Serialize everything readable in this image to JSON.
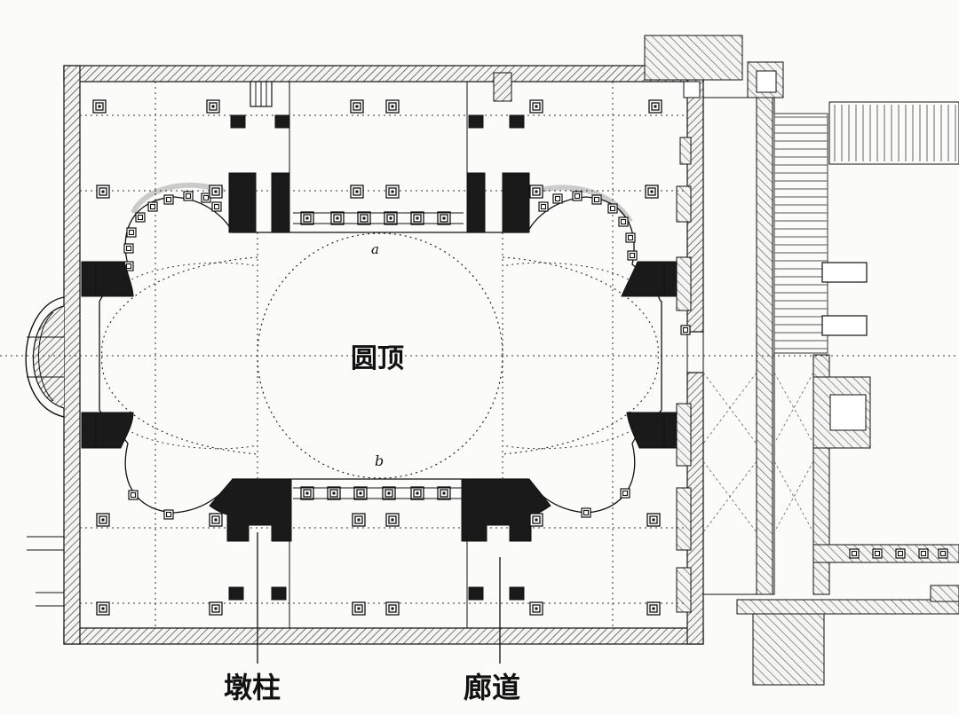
{
  "labels": {
    "dome": "圆顶",
    "pier": "墩柱",
    "gallery": "廊道",
    "point_a": "a",
    "point_b": "b"
  },
  "colors": {
    "ink": "#111111",
    "paper": "#fbfbfa",
    "solid": "#1a1a1a",
    "hatch": "#555555"
  }
}
